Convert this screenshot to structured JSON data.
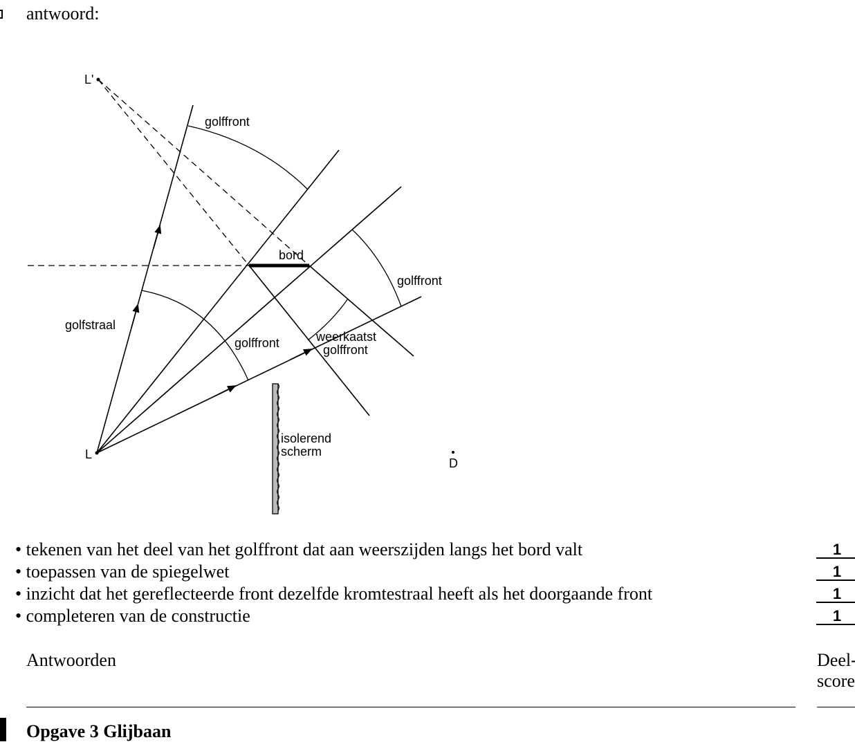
{
  "answer_label": "antwoord:",
  "diagram": {
    "label_L_image": "L'",
    "label_L": "L",
    "label_D": "D",
    "label_golffront_top": "golffront",
    "label_golffront_right": "golffront",
    "label_golffront_mid": "golffront",
    "label_bord": "bord",
    "label_golfstraal": "golfstraal",
    "label_weerkaatst_1": "weerkaatst",
    "label_weerkaatst_2": "golffront",
    "label_isolerend": "isolerend",
    "label_scherm": "scherm"
  },
  "criteria": [
    {
      "text": "• tekenen van het deel van het golffront dat aan weerszijden langs het bord valt",
      "score": "1"
    },
    {
      "text": "• toepassen van de spiegelwet",
      "score": "1"
    },
    {
      "text": "• inzicht dat het gereflecteerde front dezelfde kromtestraal heeft als het doorgaande front",
      "score": "1"
    },
    {
      "text": "• completeren van de constructie",
      "score": "1"
    }
  ],
  "footer": {
    "left": "Antwoorden",
    "right": "Deel-\nscores"
  },
  "section_title": "Opgave 3 Glijbaan"
}
